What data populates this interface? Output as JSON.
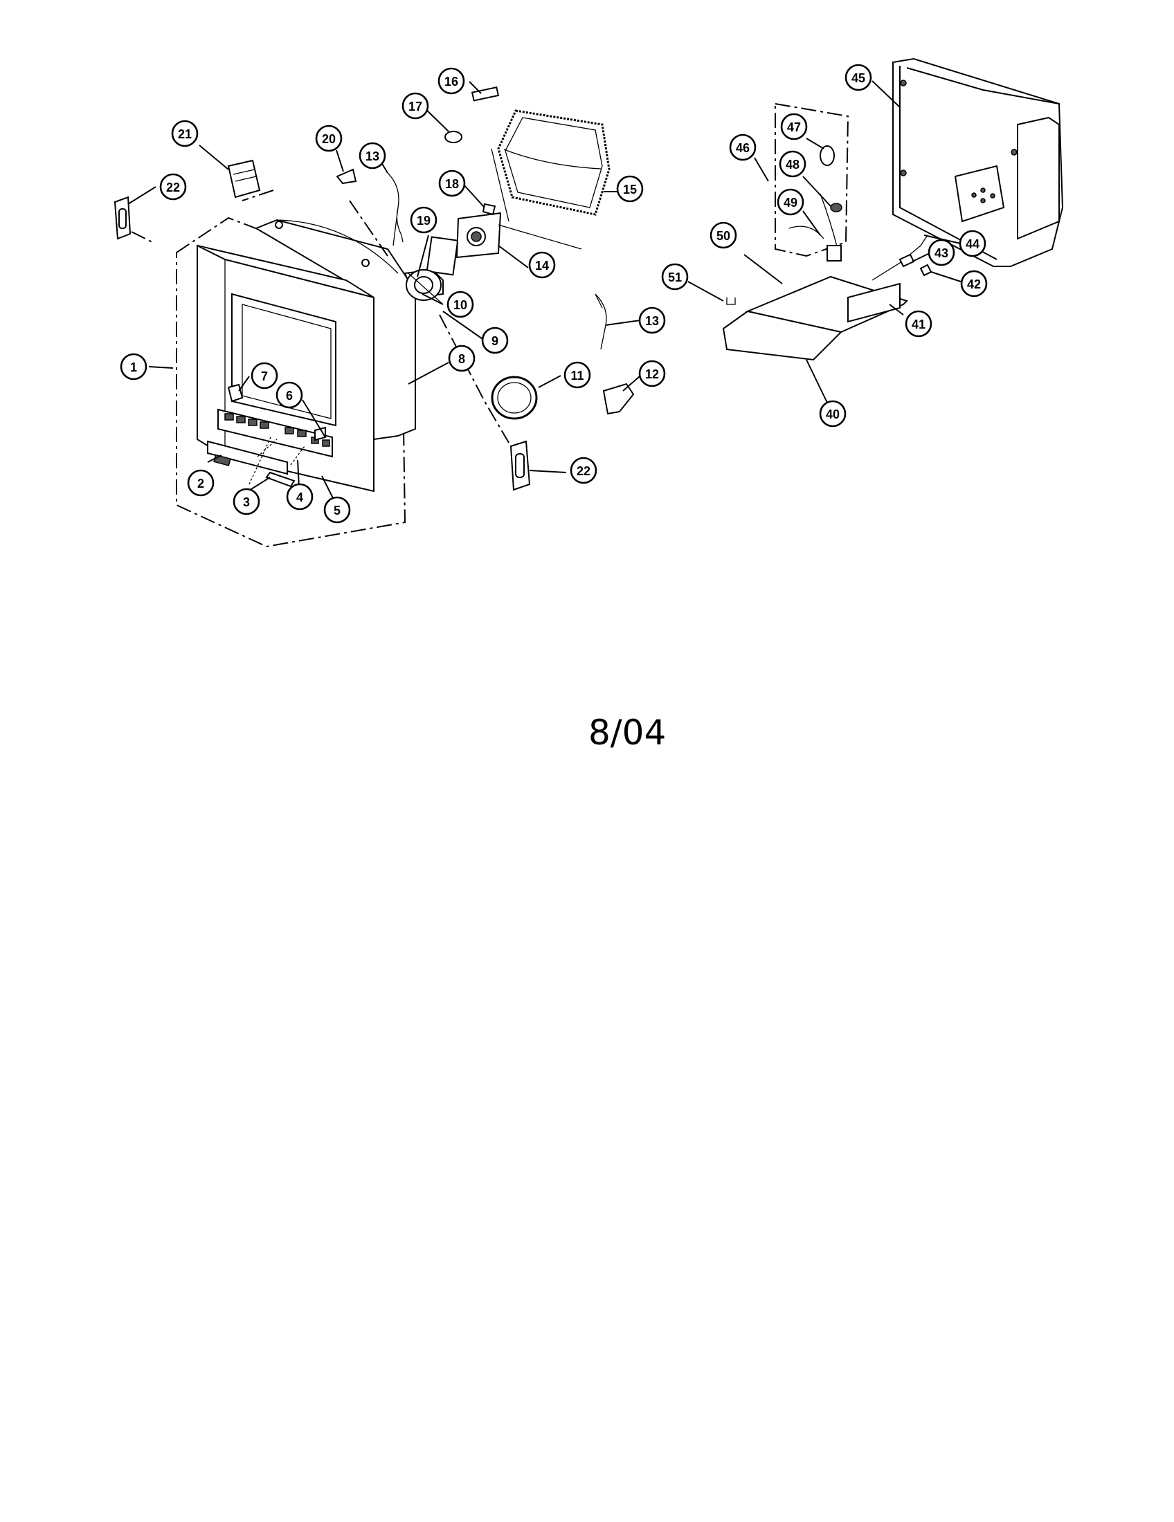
{
  "date_code": "8/04",
  "callouts": [
    "1",
    "2",
    "3",
    "4",
    "5",
    "6",
    "7",
    "8",
    "9",
    "10",
    "11",
    "12",
    "13",
    "13",
    "14",
    "15",
    "16",
    "17",
    "18",
    "19",
    "20",
    "21",
    "22",
    "22",
    "40",
    "41",
    "42",
    "43",
    "44",
    "45",
    "46",
    "47",
    "48",
    "49",
    "50",
    "51"
  ]
}
